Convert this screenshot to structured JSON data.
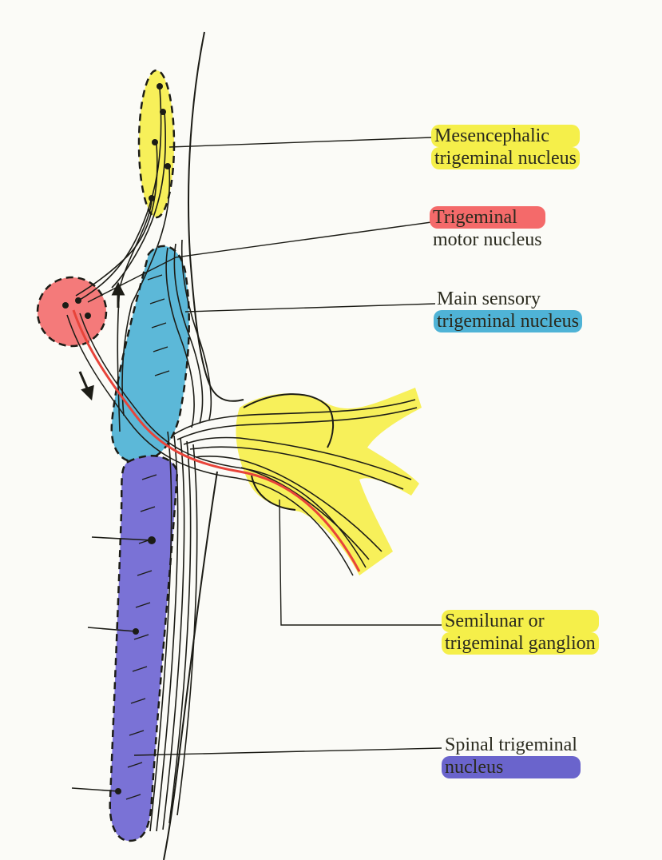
{
  "labels": {
    "mesencephalic": {
      "line1": "Mesencephalic",
      "line2": "trigeminal nucleus",
      "highlight": "#f5ef4a"
    },
    "motor": {
      "line1": "Trigeminal",
      "line2": "motor nucleus",
      "highlight": "#f46a6a"
    },
    "main_sensory": {
      "line1": "Main sensory",
      "line2": "trigeminal nucleus",
      "highlight": "#4fb3d6"
    },
    "semilunar": {
      "line1": "Semilunar or",
      "line2": "trigeminal ganglion",
      "highlight": "#f5ef4a"
    },
    "spinal": {
      "line1": "Spinal trigeminal",
      "line2": "nucleus",
      "highlight": "#6a64cc"
    }
  },
  "colors": {
    "mesencephalic": "#f7f05a",
    "motor": "#f47a7a",
    "main_sensory": "#5cb8d8",
    "ganglion": "#f7f05a",
    "spinal": "#7a72d6",
    "motor_axon": "#e8443a",
    "ink": "#1c1c16"
  }
}
